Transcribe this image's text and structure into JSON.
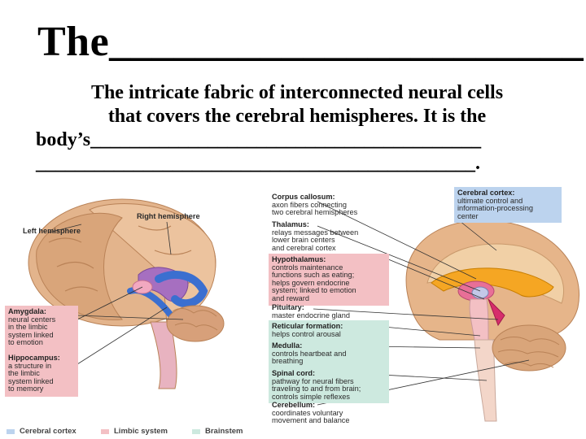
{
  "slide": {
    "title": "The______________________",
    "line1": "The intricate fabric of interconnected neural cells",
    "line2": "that covers the cerebral hemispheres. It is the",
    "line3": "body’s________________________________________",
    "line4": "_____________________________________________."
  },
  "figure": {
    "left_hemisphere": "Left hemisphere",
    "right_hemisphere": "Right hemisphere",
    "corpus_callosum": {
      "name": "Corpus callosum:",
      "desc": [
        "axon fibers connecting",
        "two cerebral hemispheres"
      ]
    },
    "thalamus": {
      "name": "Thalamus:",
      "desc": [
        "relays messages between",
        "lower brain centers",
        "and cerebral cortex"
      ]
    },
    "hypothalamus": {
      "name": "Hypothalamus:",
      "desc": [
        "controls maintenance",
        "functions such as eating;",
        "helps govern endocrine",
        "system; linked to emotion",
        "and reward"
      ]
    },
    "pituitary": {
      "name": "Pituitary:",
      "desc": [
        "master endocrine gland"
      ]
    },
    "reticular": {
      "name": "Reticular formation:",
      "desc": [
        "helps control arousal"
      ]
    },
    "medulla": {
      "name": "Medulla:",
      "desc": [
        "controls heartbeat and",
        "breathing"
      ]
    },
    "spinal_cord": {
      "name": "Spinal cord:",
      "desc": [
        "pathway for neural fibers",
        "traveling to and from brain;",
        "controls simple reflexes"
      ]
    },
    "cerebellum": {
      "name": "Cerebellum:",
      "desc": [
        "coordinates voluntary",
        "movement and balance"
      ]
    },
    "cerebral_cortex": {
      "name": "Cerebral cortex:",
      "desc": [
        "ultimate control and",
        "information-processing",
        "center"
      ]
    },
    "amygdala": {
      "name": "Amygdala:",
      "desc": [
        "neural centers",
        "in the limbic",
        "system linked",
        "to emotion"
      ]
    },
    "hippocampus": {
      "name": "Hippocampus:",
      "desc": [
        "a structure in",
        "the limbic",
        "system linked",
        "to memory"
      ]
    },
    "legend": [
      "Cerebral cortex",
      "Limbic system",
      "Brainstem"
    ],
    "colors": {
      "cortex": "#bcd3ee",
      "limbic": "#f3c0c4",
      "brainstem": "#cde9df",
      "brain": "#e6b58a"
    }
  }
}
